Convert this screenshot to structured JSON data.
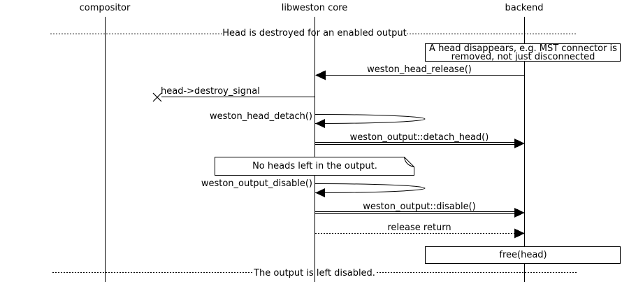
{
  "diagram": {
    "type": "sequence-diagram",
    "colors": {
      "background": "#ffffff",
      "foreground": "#000000"
    },
    "participants": [
      {
        "label": "compositor"
      },
      {
        "label": "libweston core"
      },
      {
        "label": "backend"
      }
    ],
    "dividers": [
      {
        "label": "Head is destroyed for an enabled output"
      },
      {
        "label": "The output is left disabled."
      }
    ],
    "notes": [
      {
        "kind": "box",
        "over": "backend",
        "lines": [
          "A head disappears, e.g. MST connector is",
          "removed, not just disconnected"
        ]
      },
      {
        "kind": "note",
        "over": "libweston core",
        "lines": [
          "No heads left in the output."
        ]
      },
      {
        "kind": "box",
        "over": "backend",
        "lines": [
          "free(head)"
        ]
      }
    ],
    "messages": [
      {
        "label": "weston_head_release()",
        "from": "backend",
        "to": "libweston core",
        "style": "call"
      },
      {
        "label": "head->destroy_signal",
        "from": "libweston core",
        "to": "lost",
        "style": "lost"
      },
      {
        "label": "weston_head_detach()",
        "from": "libweston core",
        "to": "libweston core",
        "style": "self"
      },
      {
        "label": "weston_output::detach_head()",
        "from": "libweston core",
        "to": "backend",
        "style": "emphasized"
      },
      {
        "label": "weston_output_disable()",
        "from": "libweston core",
        "to": "libweston core",
        "style": "self"
      },
      {
        "label": "weston_output::disable()",
        "from": "libweston core",
        "to": "backend",
        "style": "emphasized"
      },
      {
        "label": "release return",
        "from": "libweston core",
        "to": "backend",
        "style": "return"
      }
    ]
  }
}
